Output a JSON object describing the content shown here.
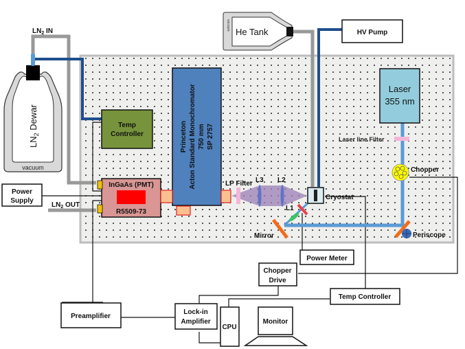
{
  "diagram": {
    "title": "Optical setup for PL spectroscopy",
    "colors": {
      "table": "#efefed",
      "table_border": "#bdbdbd",
      "hole": "#222222",
      "ln2_line": "#999999",
      "vacuum_line": "#1f4e8c",
      "beam": "#5b9bd5",
      "temp_controller": "#77933c",
      "monochromator": "#4f81bd",
      "pmt": "#d99694",
      "pmt_window": "#ff0000",
      "port": "#fac090",
      "port_border": "#e02020",
      "laser": "#93cddd",
      "chopper": "#ffff00",
      "mirror": "#f26c1a",
      "lp_filter": "#f4b6d8",
      "lens": "#6272c8",
      "l1": "#3cc36c",
      "pm_detector": "#e8404a",
      "periscope": "#3b6bb5",
      "focus_cone": "#9a7fb5",
      "connector": "#f2c200"
    },
    "components": {
      "ln2_in": {
        "label": "LN",
        "sub": "2",
        "suffix": " IN"
      },
      "ln2_out": {
        "label": "LN",
        "sub": "2",
        "suffix": " OUT"
      },
      "dewar": {
        "label": "LN",
        "sub": "2",
        "suffix": " Dewar",
        "vacuum": "vacuum"
      },
      "he_tank": {
        "label": "He Tank",
        "vacuum": "vacuum"
      },
      "hv_pump": {
        "label": "HV Pump"
      },
      "temp_controller_table": {
        "line1": "Temp",
        "line2": "Controller"
      },
      "power_supply": {
        "line1": "Power",
        "line2": "Supply"
      },
      "pmt": {
        "line1": "InGaAs (PMT)",
        "line2": "R5509-73"
      },
      "monochromator": {
        "line1": "Princeton",
        "line2": "Acton Standard Monochromator",
        "line3": "750 mm",
        "line4": "SP 2757"
      },
      "lp_filter": {
        "label": "LP Filter"
      },
      "l3": {
        "label": "L3"
      },
      "l2": {
        "label": "L2"
      },
      "l1": {
        "label": "L1"
      },
      "cryostat": {
        "label": "Cryostat"
      },
      "mirror": {
        "label": "Mirror"
      },
      "power_meter": {
        "label": "Power Meter"
      },
      "laser": {
        "line1": "Laser",
        "line2": "355 nm"
      },
      "laser_line_filter": {
        "label": "Laser line Filter"
      },
      "chopper": {
        "label": "Chopper"
      },
      "periscope": {
        "label": "Periscope"
      },
      "chopper_drive": {
        "line1": "Chopper",
        "line2": "Drive"
      },
      "temp_controller_ext": {
        "label": "Temp Controller"
      },
      "preamplifier": {
        "label": "Preamplifier"
      },
      "lockin": {
        "line1": "Lock-in",
        "line2": "Amplifier"
      },
      "cpu": {
        "label": "CPU"
      },
      "monitor": {
        "label": "Monitor"
      }
    }
  }
}
